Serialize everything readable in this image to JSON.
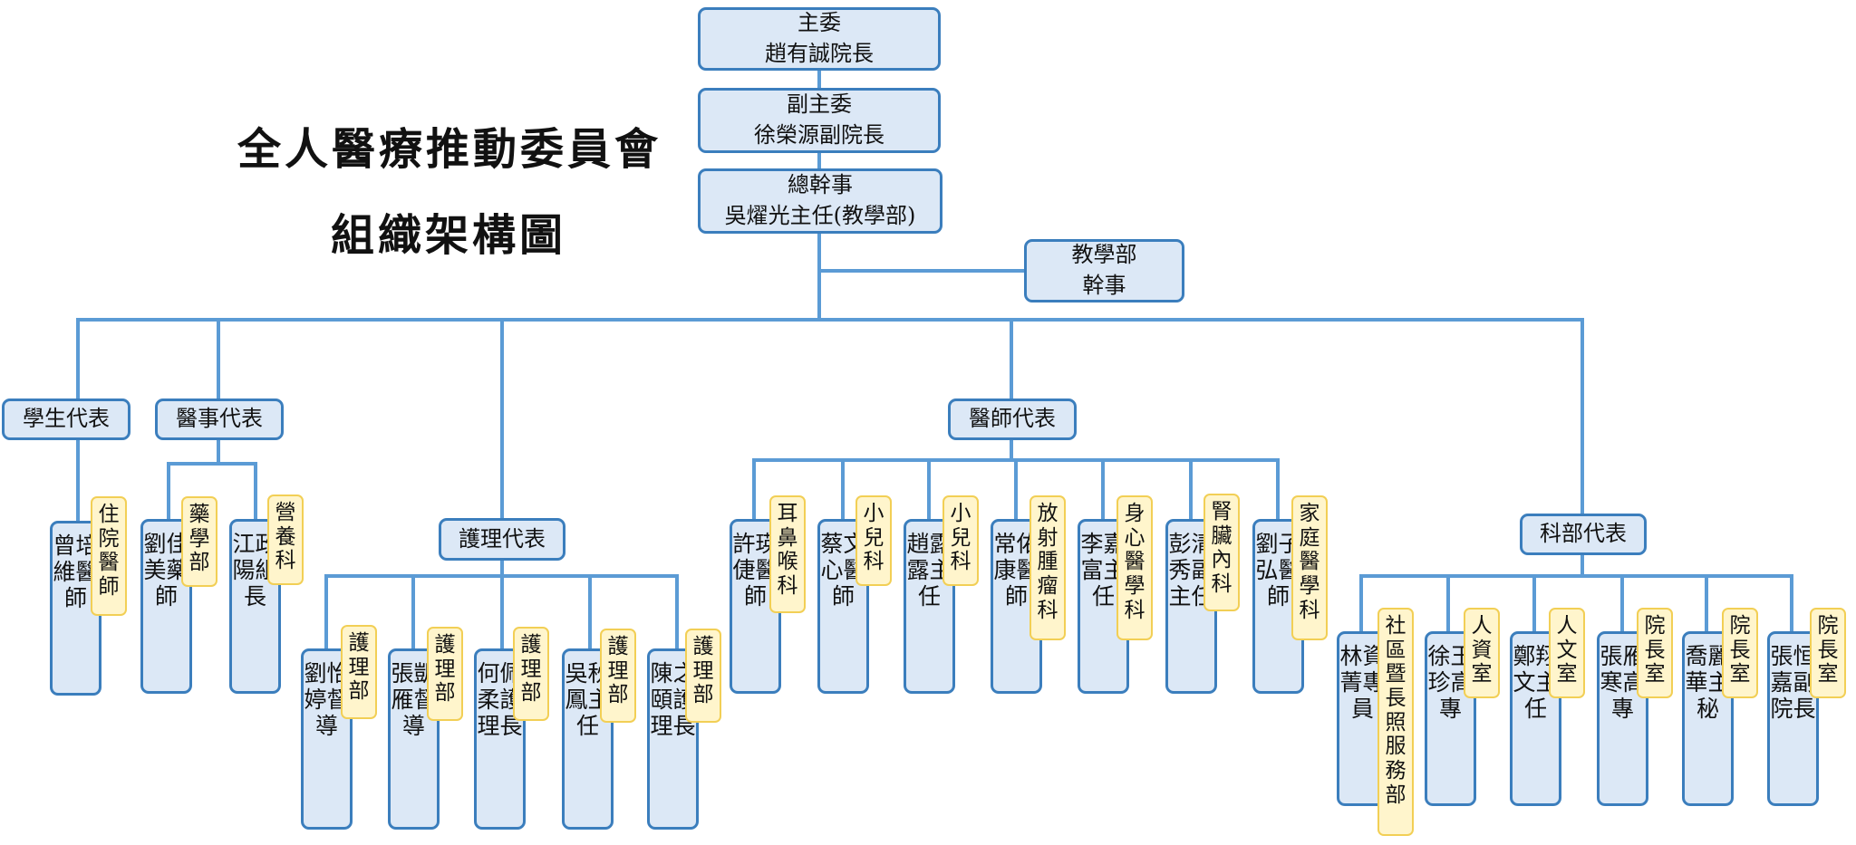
{
  "title": {
    "line1": "全人醫療推動委員會",
    "line2": "組織架構圖"
  },
  "top": {
    "chair": {
      "role": "主委",
      "name": "趙有誠院長"
    },
    "vice": {
      "role": "副主委",
      "name": "徐榮源副院長"
    },
    "secretary": {
      "role": "總幹事",
      "name": "吳燿光主任(教學部)"
    },
    "teaching": {
      "line1": "教學部",
      "line2": "幹事"
    }
  },
  "groups": {
    "student": "學生代表",
    "medtech": "醫事代表",
    "nursing": "護理代表",
    "physician": "醫師代表",
    "dept": "科部代表"
  },
  "members": {
    "student": [
      {
        "name": "曾培維醫師",
        "dept": "住院醫師"
      }
    ],
    "medtech": [
      {
        "name": "劉佳美藥師",
        "dept": "藥學部"
      },
      {
        "name": "江政陽組長",
        "dept": "營養科"
      }
    ],
    "nursing": [
      {
        "name": "劉怡婷督導",
        "dept": "護理部"
      },
      {
        "name": "張凱雁督導",
        "dept": "護理部"
      },
      {
        "name": "何佩柔護理長",
        "dept": "護理部"
      },
      {
        "name": "吳秋鳳主任",
        "dept": "護理部"
      },
      {
        "name": "陳之頤護理長",
        "dept": "護理部"
      }
    ],
    "physician": [
      {
        "name": "許瑛倢醫師",
        "dept": "耳鼻喉科"
      },
      {
        "name": "蔡文心醫師",
        "dept": "小兒科"
      },
      {
        "name": "趙露露主任",
        "dept": "小兒科"
      },
      {
        "name": "常佑康醫師",
        "dept": "放射腫瘤科"
      },
      {
        "name": "李嘉富主任",
        "dept": "身心醫學科"
      },
      {
        "name": "彭清秀副主任",
        "dept": "腎臟內科"
      },
      {
        "name": "劉子弘醫師",
        "dept": "家庭醫學科"
      }
    ],
    "dept": [
      {
        "name": "林資菁專員",
        "dept": "社區暨長照服務部"
      },
      {
        "name": "徐玉珍高專",
        "dept": "人資室"
      },
      {
        "name": "鄭翔文主任",
        "dept": "人文室"
      },
      {
        "name": "張雁寒高專",
        "dept": "院長室"
      },
      {
        "name": "喬麗華主秘",
        "dept": "院長室"
      },
      {
        "name": "張恒嘉副院長",
        "dept": "院長室"
      }
    ]
  },
  "colors": {
    "box_fill": "#dce8f6",
    "box_border": "#3b7ebd",
    "tag_fill": "#fff5cc",
    "tag_border": "#f2cf55",
    "connector": "#5b9bd5"
  }
}
